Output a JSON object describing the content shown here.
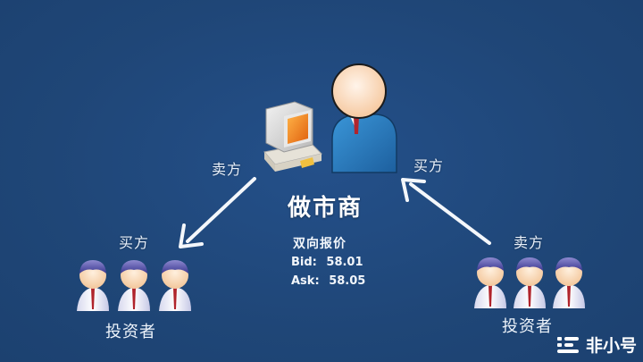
{
  "diagram": {
    "center": {
      "title": "做市商",
      "quote_heading": "双向报价",
      "bid_label": "Bid:",
      "bid_value": "58.01",
      "ask_label": "Ask:",
      "ask_value": "58.05"
    },
    "left_group": {
      "arrow_label": "卖方",
      "group_role": "买方",
      "group_label": "投资者",
      "arrow_direction": "market-maker-to-investors"
    },
    "right_group": {
      "arrow_label": "买方",
      "group_role": "卖方",
      "group_label": "投资者",
      "arrow_direction": "investors-to-market-maker"
    },
    "watermark": {
      "text": "非小号"
    },
    "colors": {
      "background": "#1f4677",
      "text": "#ffffff",
      "arrow": "#f4f7fb",
      "suit": "#2b7cc0",
      "tie": "#b0242c",
      "monitor_screen": "#f08a1c"
    }
  }
}
